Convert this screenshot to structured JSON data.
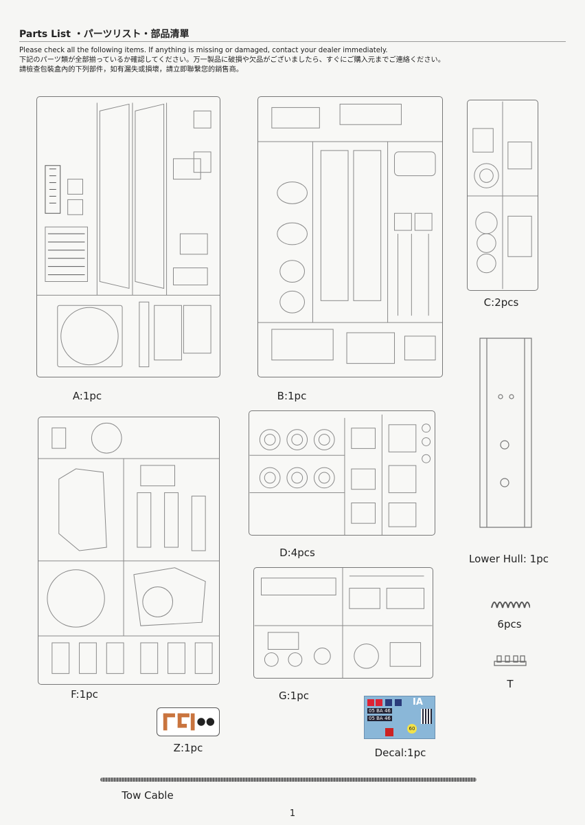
{
  "header": {
    "title": "Parts List ・パーツリスト・部品清單",
    "line_en": "Please check all the following items. If anything is missing or damaged, contact your dealer immediately.",
    "line_jp": "下記のパーツ類が全部揃っているか確認してください。万一製品に破損や欠品がございましたら、すぐにご購入元までご連絡ください。",
    "line_cn": "請檢查包裝盒內的下列部件，如有漏失或損壞，請立即聯繫您的銷售商。"
  },
  "sprues": [
    {
      "id": "A",
      "label": "A:1pc"
    },
    {
      "id": "B",
      "label": "B:1pc"
    },
    {
      "id": "C",
      "label": "C:2pcs"
    },
    {
      "id": "D",
      "label": "D:4pcs"
    },
    {
      "id": "F",
      "label": "F:1pc"
    },
    {
      "id": "G",
      "label": "G:1pc"
    }
  ],
  "extras": {
    "lower_hull": "Lower Hull: 1pc",
    "springs": "6pcs",
    "t_part": "T",
    "z_part": "Z:1pc",
    "decal": "Decal:1pc",
    "tow_cable": "Tow Cable"
  },
  "decal_text": {
    "plate1": "05 BA 46",
    "plate2": "05 BA 46",
    "tag": "IA",
    "number": "60"
  },
  "page_number": "1",
  "colors": {
    "background": "#f6f6f4",
    "frame": "#777777",
    "decal_bg": "#8ab7d8"
  }
}
